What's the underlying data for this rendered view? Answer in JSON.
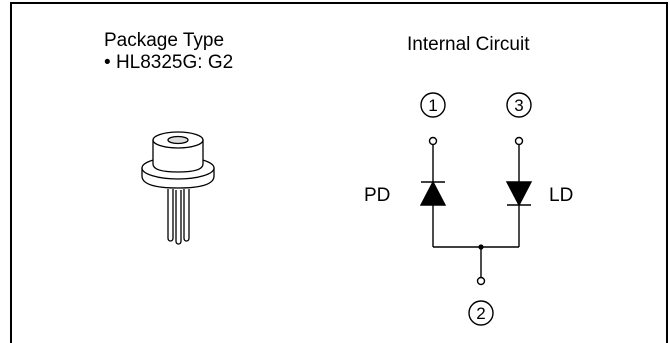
{
  "package": {
    "title": "Package Type",
    "bullet": "•",
    "item": "HL8325G: G2"
  },
  "circuit": {
    "title": "Internal Circuit",
    "pin1": "1",
    "pin2": "2",
    "pin3": "3",
    "pd_label": "PD",
    "ld_label": "LD"
  },
  "colors": {
    "line": "#000000",
    "background": "#ffffff"
  }
}
